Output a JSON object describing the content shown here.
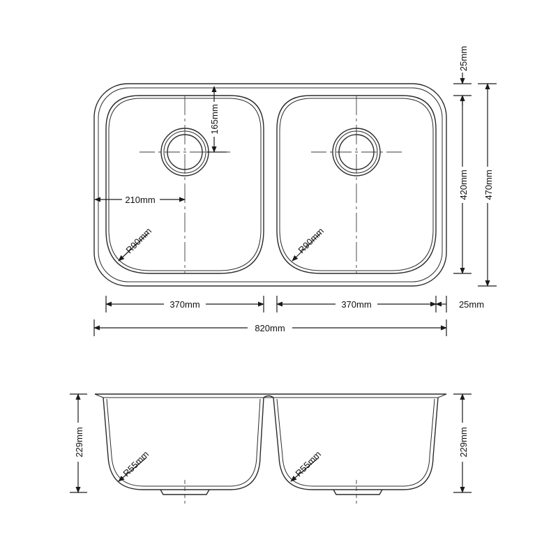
{
  "plan": {
    "top_margin": "25mm",
    "depth_inner": "420mm",
    "depth_overall": "470mm",
    "drain_offset": "165mm",
    "drain_center_x": "210mm",
    "radius_left": "R90mm",
    "radius_right": "R90mm",
    "bowl_left_width": "370mm",
    "bowl_right_width": "370mm",
    "right_margin": "25mm",
    "overall_width": "820mm"
  },
  "section": {
    "height_left": "229mm",
    "height_right": "229mm",
    "radius_left": "R55mm",
    "radius_right": "R55mm"
  },
  "colors": {
    "line": "#2b2b2b",
    "background": "#ffffff"
  }
}
